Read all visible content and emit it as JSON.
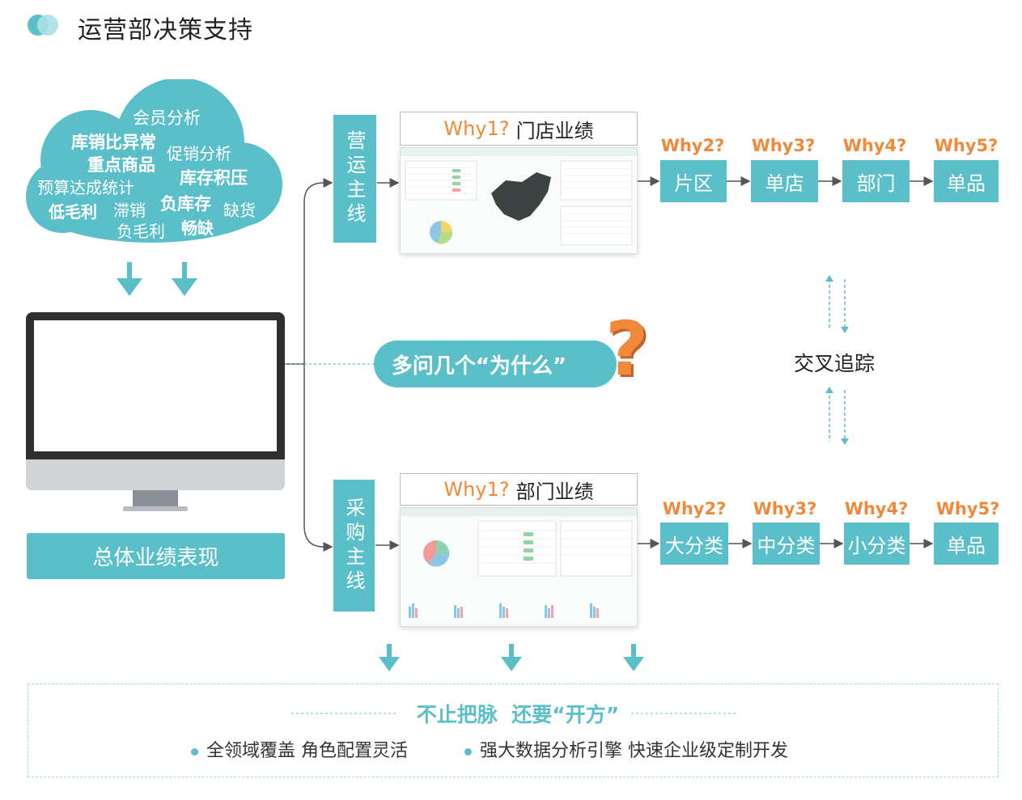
{
  "header": {
    "title": "运营部决策支持"
  },
  "cloud": {
    "words": [
      "会员分析",
      "库销比异常",
      "重点商品",
      "促销分析",
      "预算达成统计",
      "库存积压",
      "低毛利",
      "滞销",
      "负库存",
      "缺货",
      "负毛利",
      "畅缺"
    ]
  },
  "overall": {
    "label": "总体业绩表现"
  },
  "question": {
    "label": "多问几个“为什么”",
    "mark": "?"
  },
  "operations": {
    "line_label": "营运主线",
    "title_why": "Why1?",
    "title_text": "门店业绩",
    "steps": [
      {
        "why": "Why2?",
        "label": "片区"
      },
      {
        "why": "Why3?",
        "label": "单店"
      },
      {
        "why": "Why4?",
        "label": "部门"
      },
      {
        "why": "Why5?",
        "label": "单品"
      }
    ]
  },
  "purchasing": {
    "line_label": "采购主线",
    "title_why": "Why1?",
    "title_text": "部门业绩",
    "steps": [
      {
        "why": "Why2?",
        "label": "大分类"
      },
      {
        "why": "Why3?",
        "label": "中分类"
      },
      {
        "why": "Why4?",
        "label": "小分类"
      },
      {
        "why": "Why5?",
        "label": "单品"
      }
    ]
  },
  "cross": {
    "label": "交叉追踪"
  },
  "footer": {
    "headline": "不止把脉  还要“开方”",
    "bullets": [
      "全领域覆盖 角色配置灵活",
      "强大数据分析引擎 快速企业级定制开发"
    ]
  },
  "colors": {
    "teal": "#5bbfc9",
    "orange": "#f08a3a"
  }
}
